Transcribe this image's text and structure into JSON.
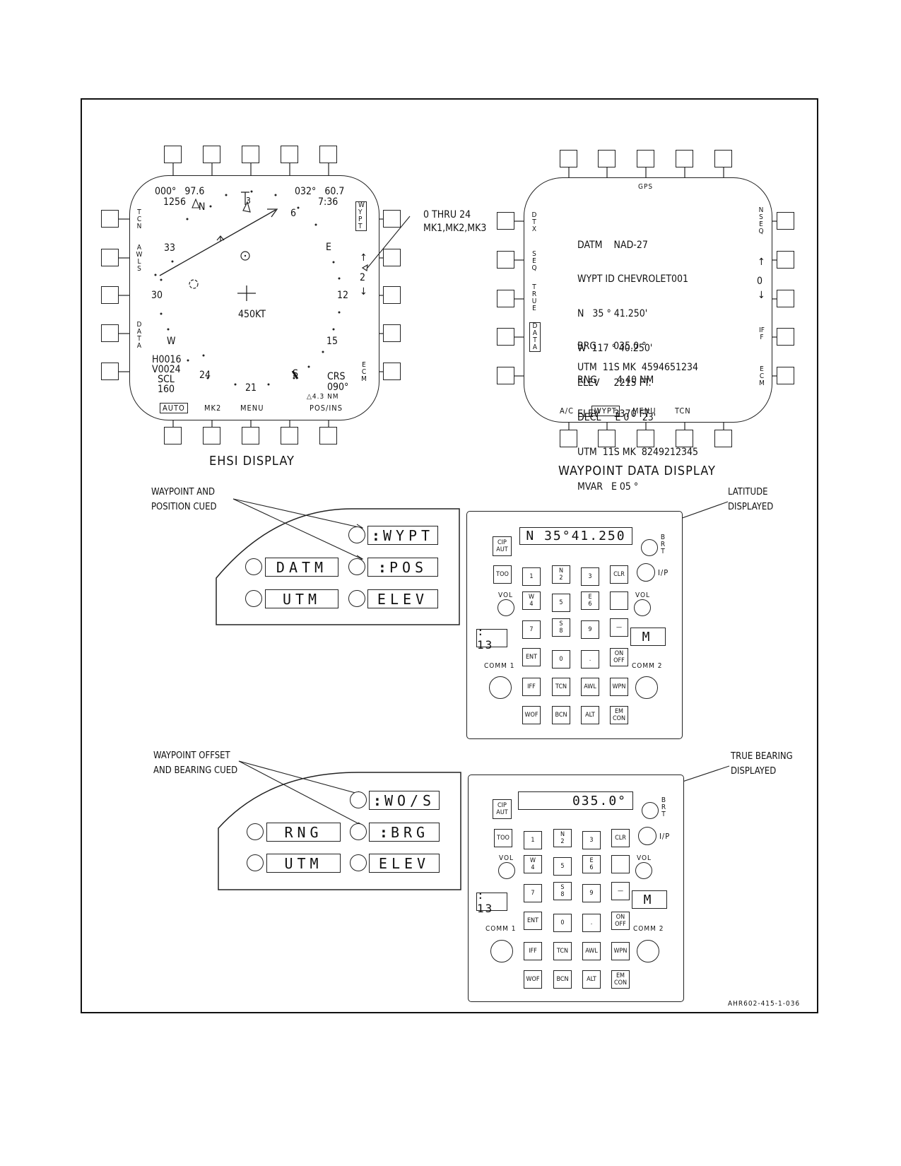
{
  "figure_id": "AHR602-415-1-036",
  "ehsi": {
    "title": "EHSI DISPLAY",
    "top_left_1": "000°   97.6",
    "top_left_2": "1256",
    "top_right_1": "032°   60.7",
    "top_right_2": "7:36",
    "wypt_box": "WYPT",
    "left_labels": [
      "TCN",
      "AWLS",
      "DATA"
    ],
    "right_label_ecm": "ECM",
    "arrow_up": "↑",
    "arrow_down": "↓",
    "wypt_number": "2",
    "compass": {
      "N": "N",
      "three": "3",
      "six": "6",
      "E": "E",
      "twelve": "12",
      "fifteen": "15",
      "S": "S",
      "twentyone": "21",
      "twentyfour": "24",
      "W": "W",
      "thirty": "30",
      "thirtythree": "33"
    },
    "speed": "450KT",
    "hv_block": [
      "H0016",
      "V0024",
      "SCL",
      "160"
    ],
    "crs": [
      "CRS",
      "090°"
    ],
    "nm": "△4.3 NM",
    "bottom": {
      "auto": "AUTO",
      "mk2": "MK2",
      "menu": "MENU",
      "posins": "POS/INS"
    }
  },
  "callouts": {
    "ehsi_range": [
      "0 THRU 24",
      "MK1,MK2,MK3"
    ],
    "latitude": [
      "LATITUDE",
      "DISPLAYED"
    ],
    "waypoint_position": [
      "WAYPOINT AND",
      "POSITION CUED"
    ],
    "offset_bearing": [
      "WAYPOINT OFFSET",
      "AND BEARING CUED"
    ],
    "true_bearing": [
      "TRUE BEARING",
      "DISPLAYED"
    ]
  },
  "wdd": {
    "title": "WAYPOINT DATA DISPLAY",
    "top": "GPS",
    "left_labels": [
      "DTX",
      "SEQ",
      "TRUE",
      "DATA"
    ],
    "right_labels": [
      "NSEQ",
      "IFF",
      "ECM"
    ],
    "arrow_up": "↑",
    "digit": "0",
    "arrow_down": "↓",
    "lines": [
      "DATM    NAD-27",
      "WYPT ID CHEVROLET001",
      "N   35 ° 41.250'",
      "W  117 ° 40.250'",
      "ELEV     2215 FT.",
      "DECL     E 0 °  23'",
      "UTM  11S MK  8249212345",
      "MVAR   E 05 °"
    ],
    "lines2": [
      "BRG      035.0 °",
      "RNG       4.40 NM",
      "ELEV     3370 FT"
    ],
    "utm2": "UTM  11S MK  4594651234",
    "bottom": {
      "ac": "A/C",
      "wypt": "WYPT",
      "menu": "MENU",
      "tcn": "TCN"
    }
  },
  "cdu_top": {
    "options": [
      "WYPT",
      "DATM",
      "POS",
      "UTM",
      "ELEV"
    ],
    "display": "N  35°41.250",
    "scratch": ": 13",
    "m": "M"
  },
  "cdu_bottom": {
    "options": [
      "WO/S",
      "RNG",
      "BRG",
      "UTM",
      "ELEV"
    ],
    "display": "035.0°",
    "scratch": ": 13",
    "m": "M"
  },
  "keypad": {
    "cip": "CIP\nAUT",
    "brt": "BRT",
    "vol": "VOL",
    "ip": "I/P",
    "comm1": "COMM 1",
    "comm2": "COMM 2",
    "keys": [
      "TOO",
      "1",
      "N\n2",
      "3",
      "CLR",
      "W\n4",
      "5",
      "E\n6",
      "",
      "7",
      "S\n8",
      "9",
      "—",
      "ENT",
      "0",
      ".",
      "ON\nOFF",
      "IFF",
      "TCN",
      "AWL",
      "WPN",
      "WOF",
      "BCN",
      "ALT",
      "EM\nCON"
    ]
  }
}
